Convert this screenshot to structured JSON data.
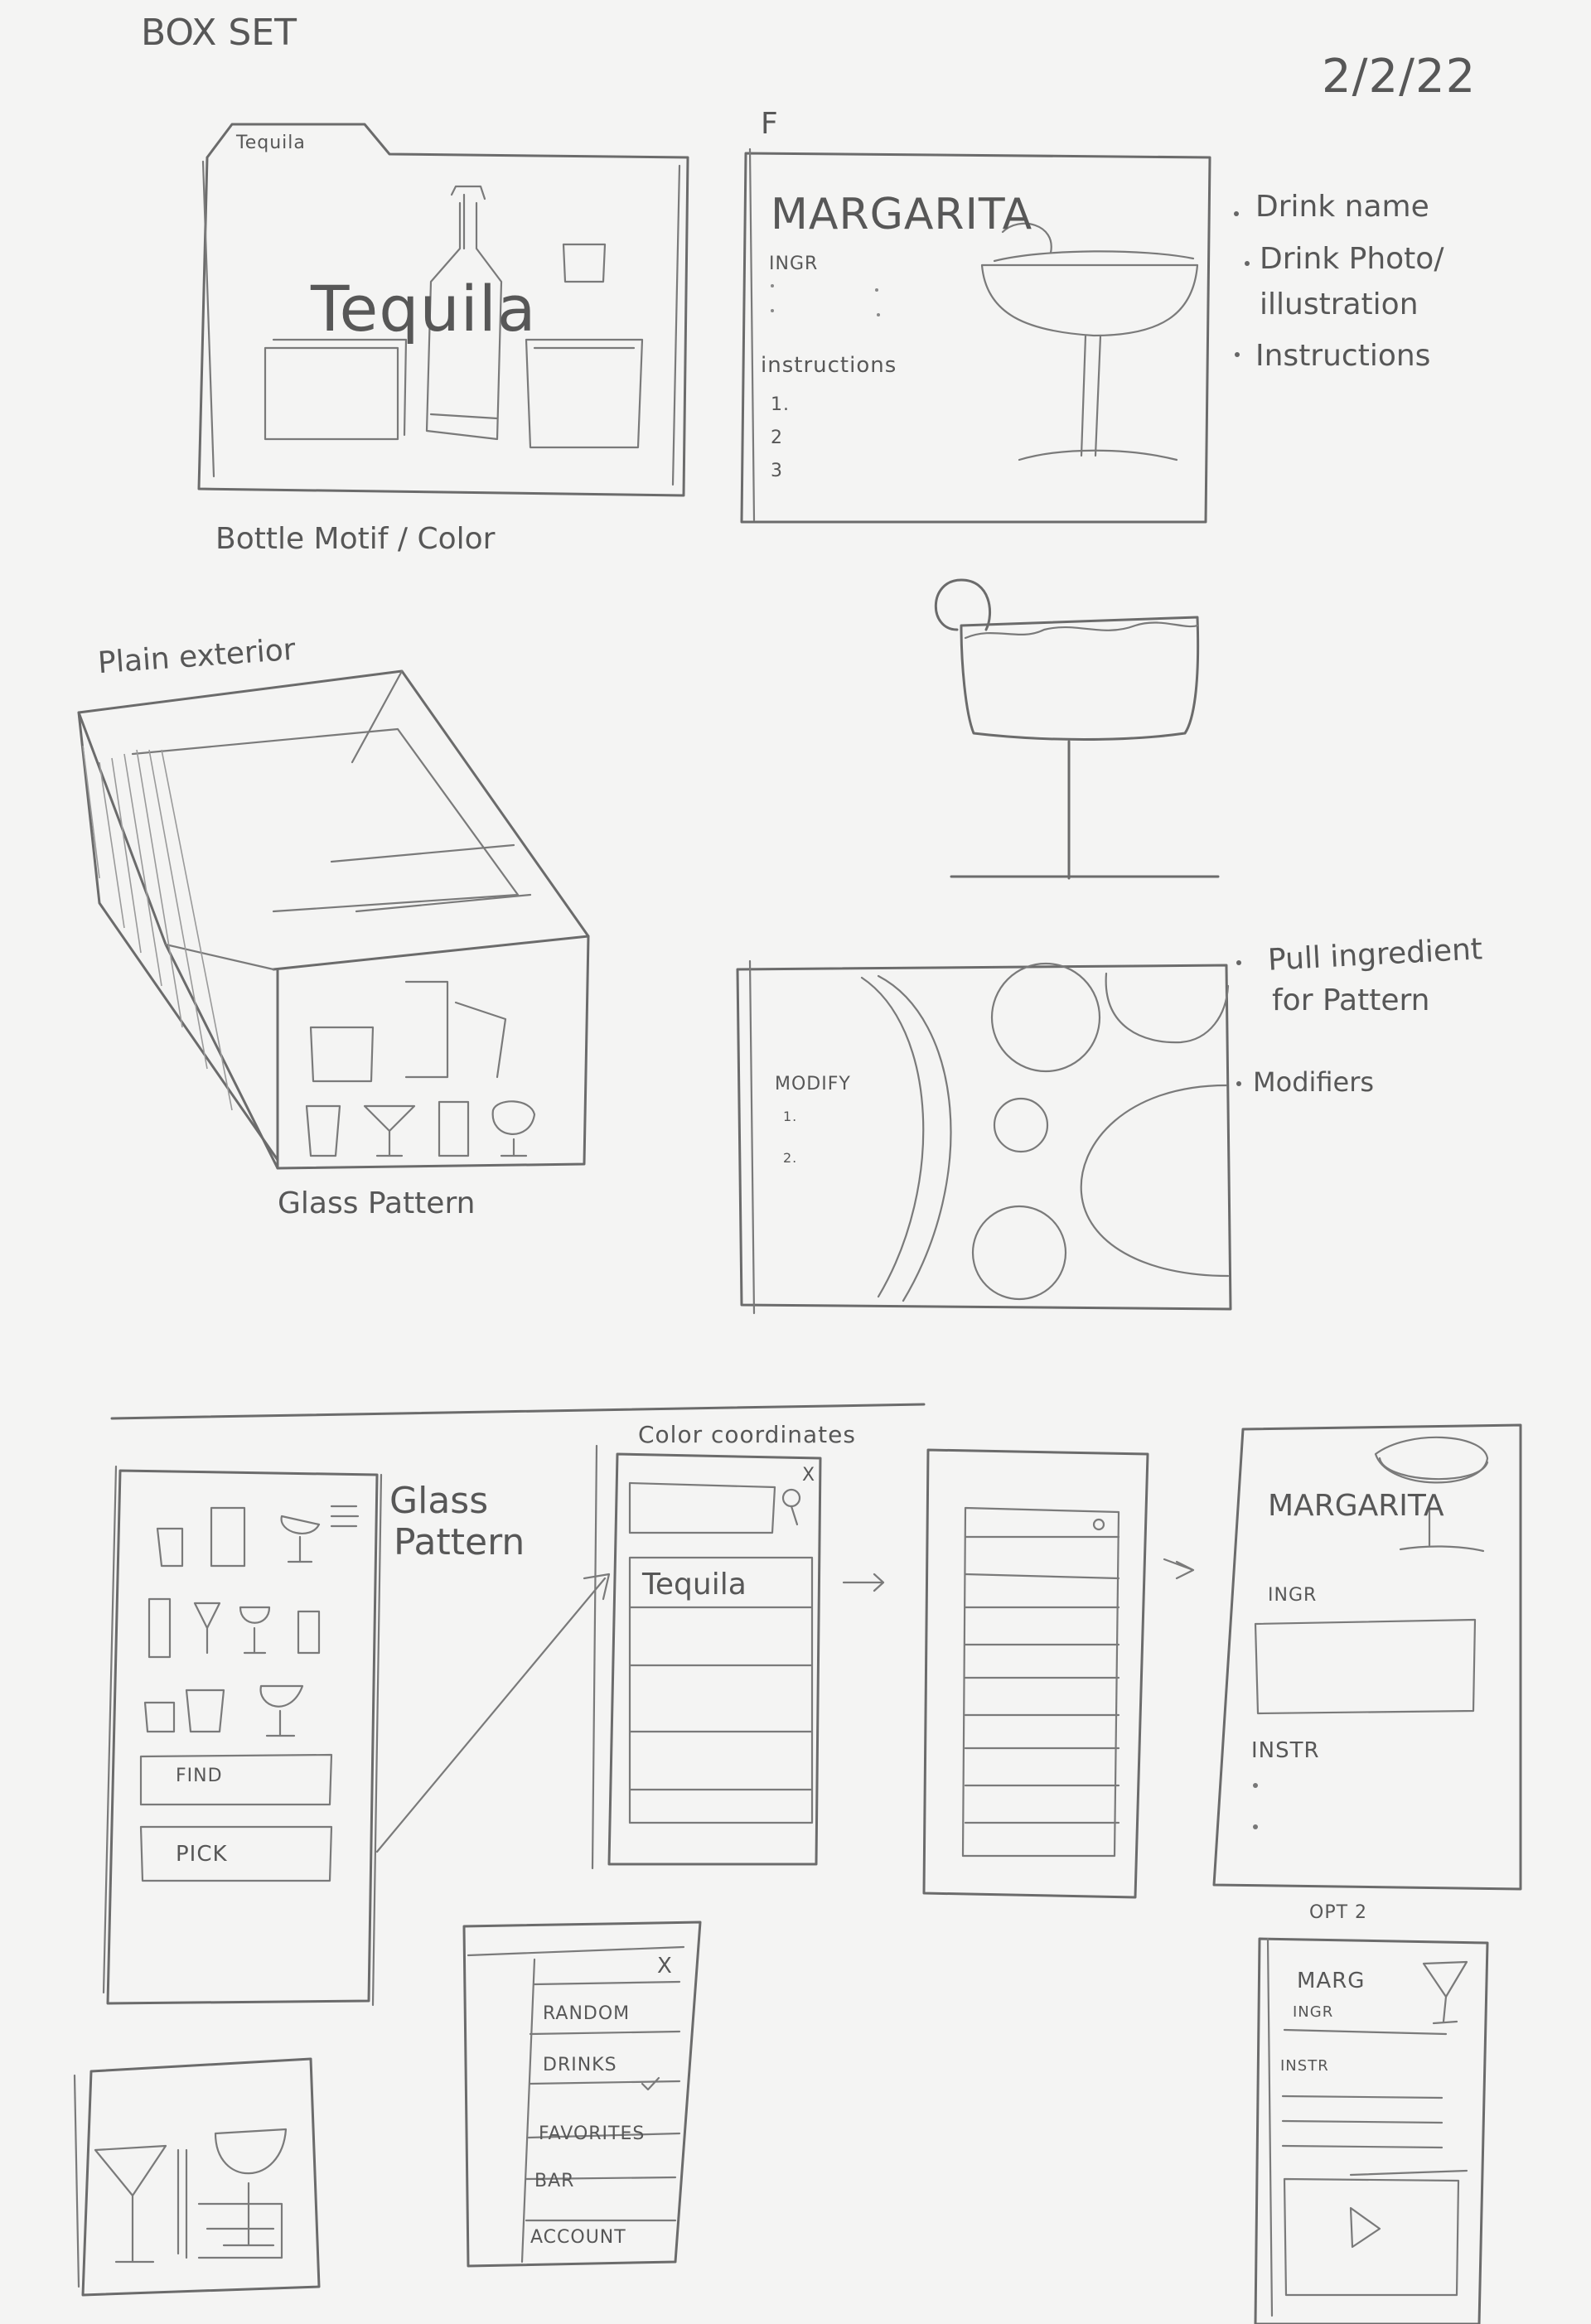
{
  "header": {
    "title": "BOX SET",
    "date": "2/2/22"
  },
  "folder": {
    "tab": "Tequila",
    "label": "Tequila",
    "caption": "Bottle Motif / Color"
  },
  "recipe_card": {
    "letter": "F",
    "drink": "MARGARITA",
    "ingr": "INGR",
    "instructions": "instructions",
    "steps": [
      "1.",
      "2",
      "3"
    ]
  },
  "recipe_notes": [
    "Drink name",
    "Drink Photo/",
    "illustration",
    "Instructions"
  ],
  "box": {
    "top_label": "Plain exterior",
    "caption": "Glass Pattern"
  },
  "modify_card": {
    "title": "MODIFY",
    "items": [
      "1.",
      "2."
    ]
  },
  "modify_notes": [
    "Pull ingredient",
    "for Pattern",
    "Modifiers"
  ],
  "wireframes": {
    "home": {
      "label_line1": "Glass",
      "label_line2": "Pattern",
      "find": "FIND",
      "pick": "PICK"
    },
    "search": {
      "label": "Color coordinates",
      "first_item": "Tequila",
      "close": "X"
    },
    "recipe": {
      "drink": "MARGARITA",
      "ingr": "INGR",
      "instr": "INSTR"
    },
    "opt2": {
      "label": "OPT 2",
      "drink": "MARG",
      "ingr": "INGR",
      "instr": "INSTR"
    },
    "menu": {
      "close": "X",
      "items": [
        "RANDOM",
        "DRINKS",
        "FAVORITES",
        "BAR",
        "ACCOUNT"
      ]
    }
  }
}
